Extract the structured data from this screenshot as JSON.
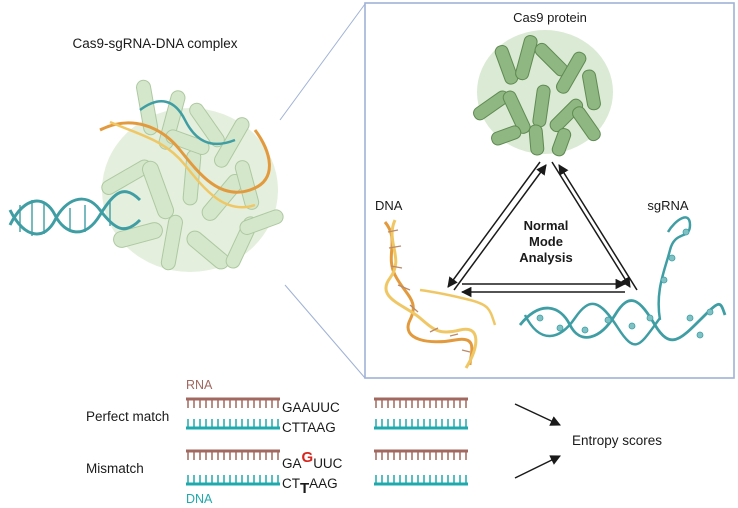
{
  "left_panel": {
    "title": "Cas9-sgRNA-DNA complex"
  },
  "inset": {
    "protein_label": "Cas9 protein",
    "dna_label": "DNA",
    "sgrna_label": "sgRNA",
    "center_lines": [
      "Normal",
      "Mode",
      "Analysis"
    ]
  },
  "bottom": {
    "rna_strand_label": "RNA",
    "dna_strand_label": "DNA",
    "perfect_match": {
      "label": "Perfect match",
      "rna_seq": "GAAUUC",
      "dna_seq": "CTTAAG"
    },
    "mismatch": {
      "label": "Mismatch",
      "rna_prefix": "GA",
      "rna_mismatch": "G",
      "rna_suffix": "UUC",
      "dna_prefix": "CT",
      "dna_mismatch": "T",
      "dna_suffix": "AAG"
    },
    "result_label": "Entropy scores"
  },
  "colors": {
    "rna_strand": "#a1685f",
    "dna_strand": "#1fa9ad",
    "mismatch_rna": "#d7261e",
    "inset_border": "#9fb2d6",
    "protein": "#7fa870",
    "protein_light": "#cfe3c5",
    "sgrna": "#3f9ea4",
    "dna_orange": "#e39a3d",
    "dna_yellow": "#f0c765"
  }
}
